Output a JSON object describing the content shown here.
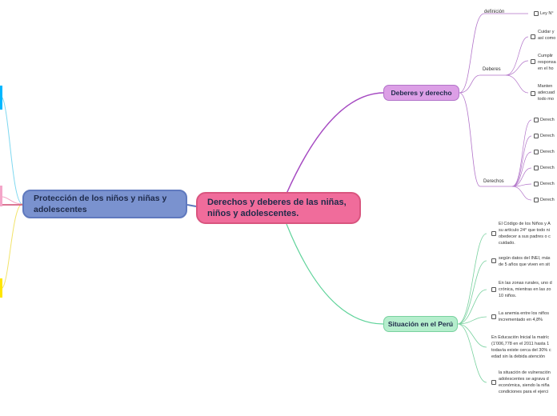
{
  "central": {
    "text": "Derechos y deberes de las  niñas, niños y adolescentes."
  },
  "left_main": {
    "text": "Protección de los niños y niñas y adolescentes"
  },
  "deberes_derecho": {
    "label": "Deberes y derecho",
    "definicion": {
      "label": "definición",
      "items": [
        "Ley N°"
      ]
    },
    "deberes": {
      "label": "Deberes",
      "items": [
        [
          "Cuidar y",
          "así como"
        ],
        [
          "Cumplir",
          "responsa",
          "en el ho"
        ],
        [
          "Manten",
          "adecuad",
          "todo mo"
        ]
      ]
    },
    "derechos": {
      "label": "Derechos",
      "items": [
        "Derech",
        "Derech",
        "Derech",
        "Derech",
        "Derech",
        "Derech"
      ]
    }
  },
  "situacion": {
    "label": "Situación en el Perú",
    "items": [
      [
        "El Código de los Niños y A",
        "su artículo 24° que todo ni",
        "obedecer a sus padres o c",
        "cuidado."
      ],
      [
        "según datos del INEI, más",
        "de 5 años que viven en sit"
      ],
      [
        "En las zonas rurales, uno d",
        "crónica, mientras en las zo",
        "10 niños."
      ],
      [
        "La anemia entre los niños",
        "incrementado en 4,8%"
      ],
      [
        "En Educación Inicial la matríc",
        "(1'006,778 en el 2011 hasta 1",
        "todavía existe cerca del 30% c",
        "edad sin la debida atención"
      ],
      [
        "la situación de vulneración",
        "adolescentes se agrava d",
        "económica, siendo la niña",
        "condiciones para el ejerci"
      ]
    ]
  },
  "colors": {
    "central": "#f06c9b",
    "left_main": "#7a92cf",
    "deberes": "#dc9fe6",
    "situacion": "#b5eecd",
    "stub_cyan": "#00b7ff",
    "stub_pink": "#f4a6c9",
    "stub_yellow": "#ffe600"
  }
}
